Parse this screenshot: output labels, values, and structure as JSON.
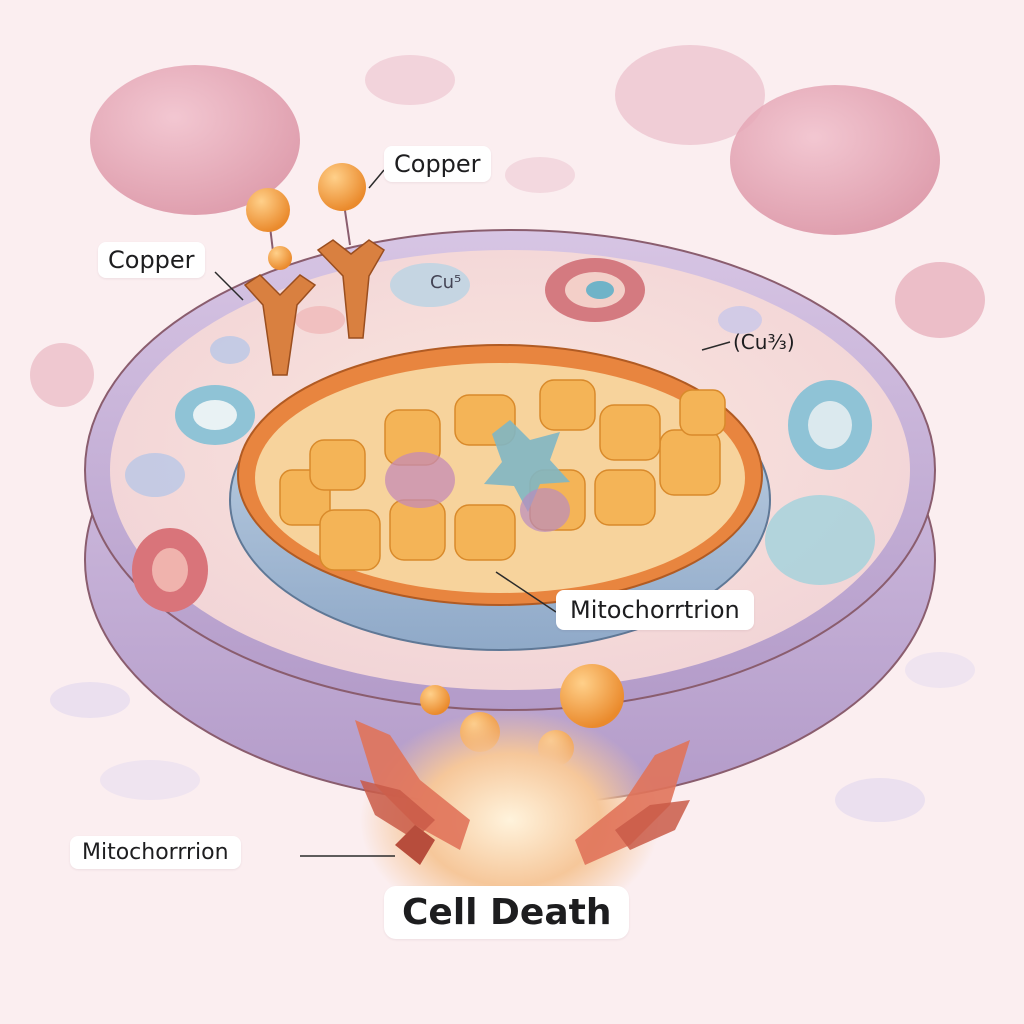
{
  "labels": {
    "copper_top": "Copper",
    "copper_left": "Copper",
    "cu_inner": "Cu⁵",
    "cu_right": "(Cu³⁄₃)",
    "mito_right": "Mitochorrtrion",
    "mito_left": "Mitochorrrion",
    "cell_death": "Cell Death"
  },
  "colors": {
    "background": "#fbeef0",
    "cell_membrane": "#c9b4d8",
    "cytoplasm": "#f6dfdc",
    "nucleus_rim": "#a8bfd6",
    "nucleus_inner": "#e8853f",
    "copper": "#f29a3a",
    "cell_death_burst": "#e0735a"
  },
  "icons": [
    "copper-ion-icon",
    "copper-transporter-icon",
    "organelle-icon"
  ]
}
